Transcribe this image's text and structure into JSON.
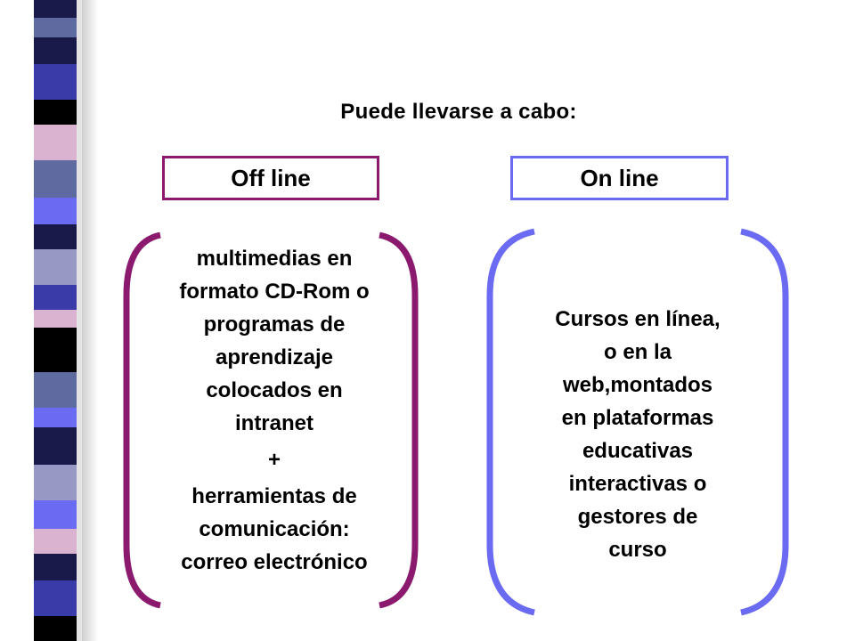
{
  "slide": {
    "title": "Puede llevarse a cabo:",
    "offline": {
      "label": "Off line",
      "lines": [
        "multimedias en",
        "formato CD-Rom o",
        "programas de",
        "aprendizaje",
        "colocados en",
        "intranet"
      ],
      "plus": "+",
      "lines2": [
        "herramientas de",
        "comunicación:",
        "correo electrónico"
      ]
    },
    "online": {
      "label": "On line",
      "lines": [
        "Cursos en línea,",
        "o en la",
        "web,montados",
        "en plataformas",
        "educativas",
        "interactivas o",
        "gestores de",
        "curso"
      ]
    }
  },
  "colors": {
    "offline_accent": "#8b1a6e",
    "online_accent": "#6a6af2",
    "stripe_palette": [
      "#3a3aa8",
      "#1a1a4a",
      "#000000",
      "#d9b3d0",
      "#5f6aa0",
      "#6a6af2",
      "#9898c4"
    ]
  }
}
